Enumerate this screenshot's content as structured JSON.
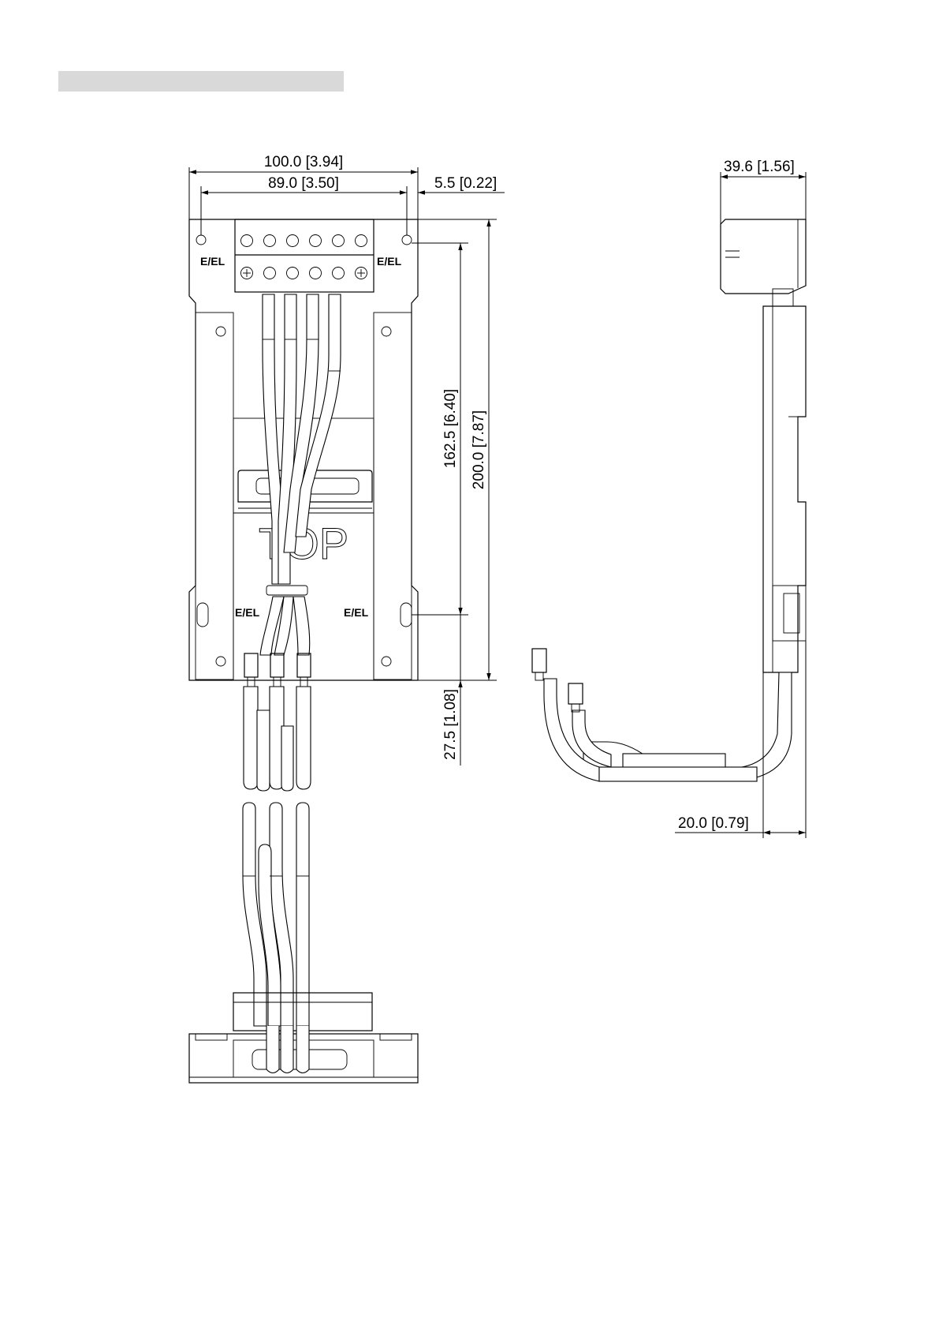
{
  "dimensions": {
    "overall_width": "100.0 [3.94]",
    "hole_spacing": "89.0 [3.50]",
    "offset": "5.5 [0.22]",
    "hole_height": "162.5 [6.40]",
    "overall_height": "200.0 [7.87]",
    "wire_exit": "27.5 [1.08]",
    "side_depth": "39.6 [1.56]",
    "side_bottom": "20.0 [0.79]"
  },
  "marks": {
    "ground_label": "E/EL",
    "watermark": "TOP"
  },
  "colors": {
    "line": "#000000",
    "title_bar": "#d9d9d9"
  }
}
